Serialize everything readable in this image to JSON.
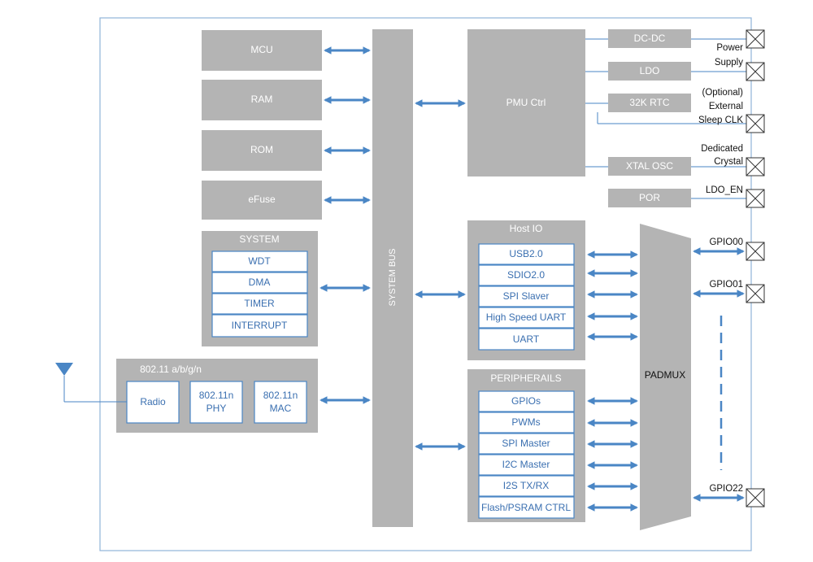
{
  "blocks": {
    "mcu": "MCU",
    "ram": "RAM",
    "rom": "ROM",
    "efuse": "eFuse",
    "system_bus": "SYSTEM BUS",
    "pmu_ctrl": "PMU Ctrl",
    "dcdc": "DC-DC",
    "ldo": "LDO",
    "rtc": "32K RTC",
    "xtal": "XTAL OSC",
    "por": "POR",
    "padmux": "PADMUX"
  },
  "system": {
    "title": "SYSTEM",
    "items": [
      "WDT",
      "DMA",
      "TIMER",
      "INTERRUPT"
    ]
  },
  "wifi": {
    "title": "802.11 a/b/g/n",
    "radio": "Radio",
    "phy_line1": "802.11n",
    "phy_line2": "PHY",
    "mac_line1": "802.11n",
    "mac_line2": "MAC"
  },
  "host_io": {
    "title": "Host IO",
    "items": [
      "USB2.0",
      "SDIO2.0",
      "SPI Slaver",
      "High Speed UART",
      "UART"
    ]
  },
  "peripherals": {
    "title": "PERIPHERAILS",
    "items": [
      "GPIOs",
      "PWMs",
      "SPI Master",
      "I2C Master",
      "I2S TX/RX",
      "Flash/PSRAM CTRL"
    ]
  },
  "external": {
    "power_l1": "Power",
    "power_l2": "Supply",
    "sleep_l1": "(Optional)",
    "sleep_l2": "External",
    "sleep_l3": "Sleep CLK",
    "crystal_l1": "Dedicated",
    "crystal_l2": "Crystal",
    "ldo_en": "LDO_EN",
    "gpio000": "GPIO00",
    "gpio001": "GPIO01",
    "gpio22": "GPIO22"
  }
}
